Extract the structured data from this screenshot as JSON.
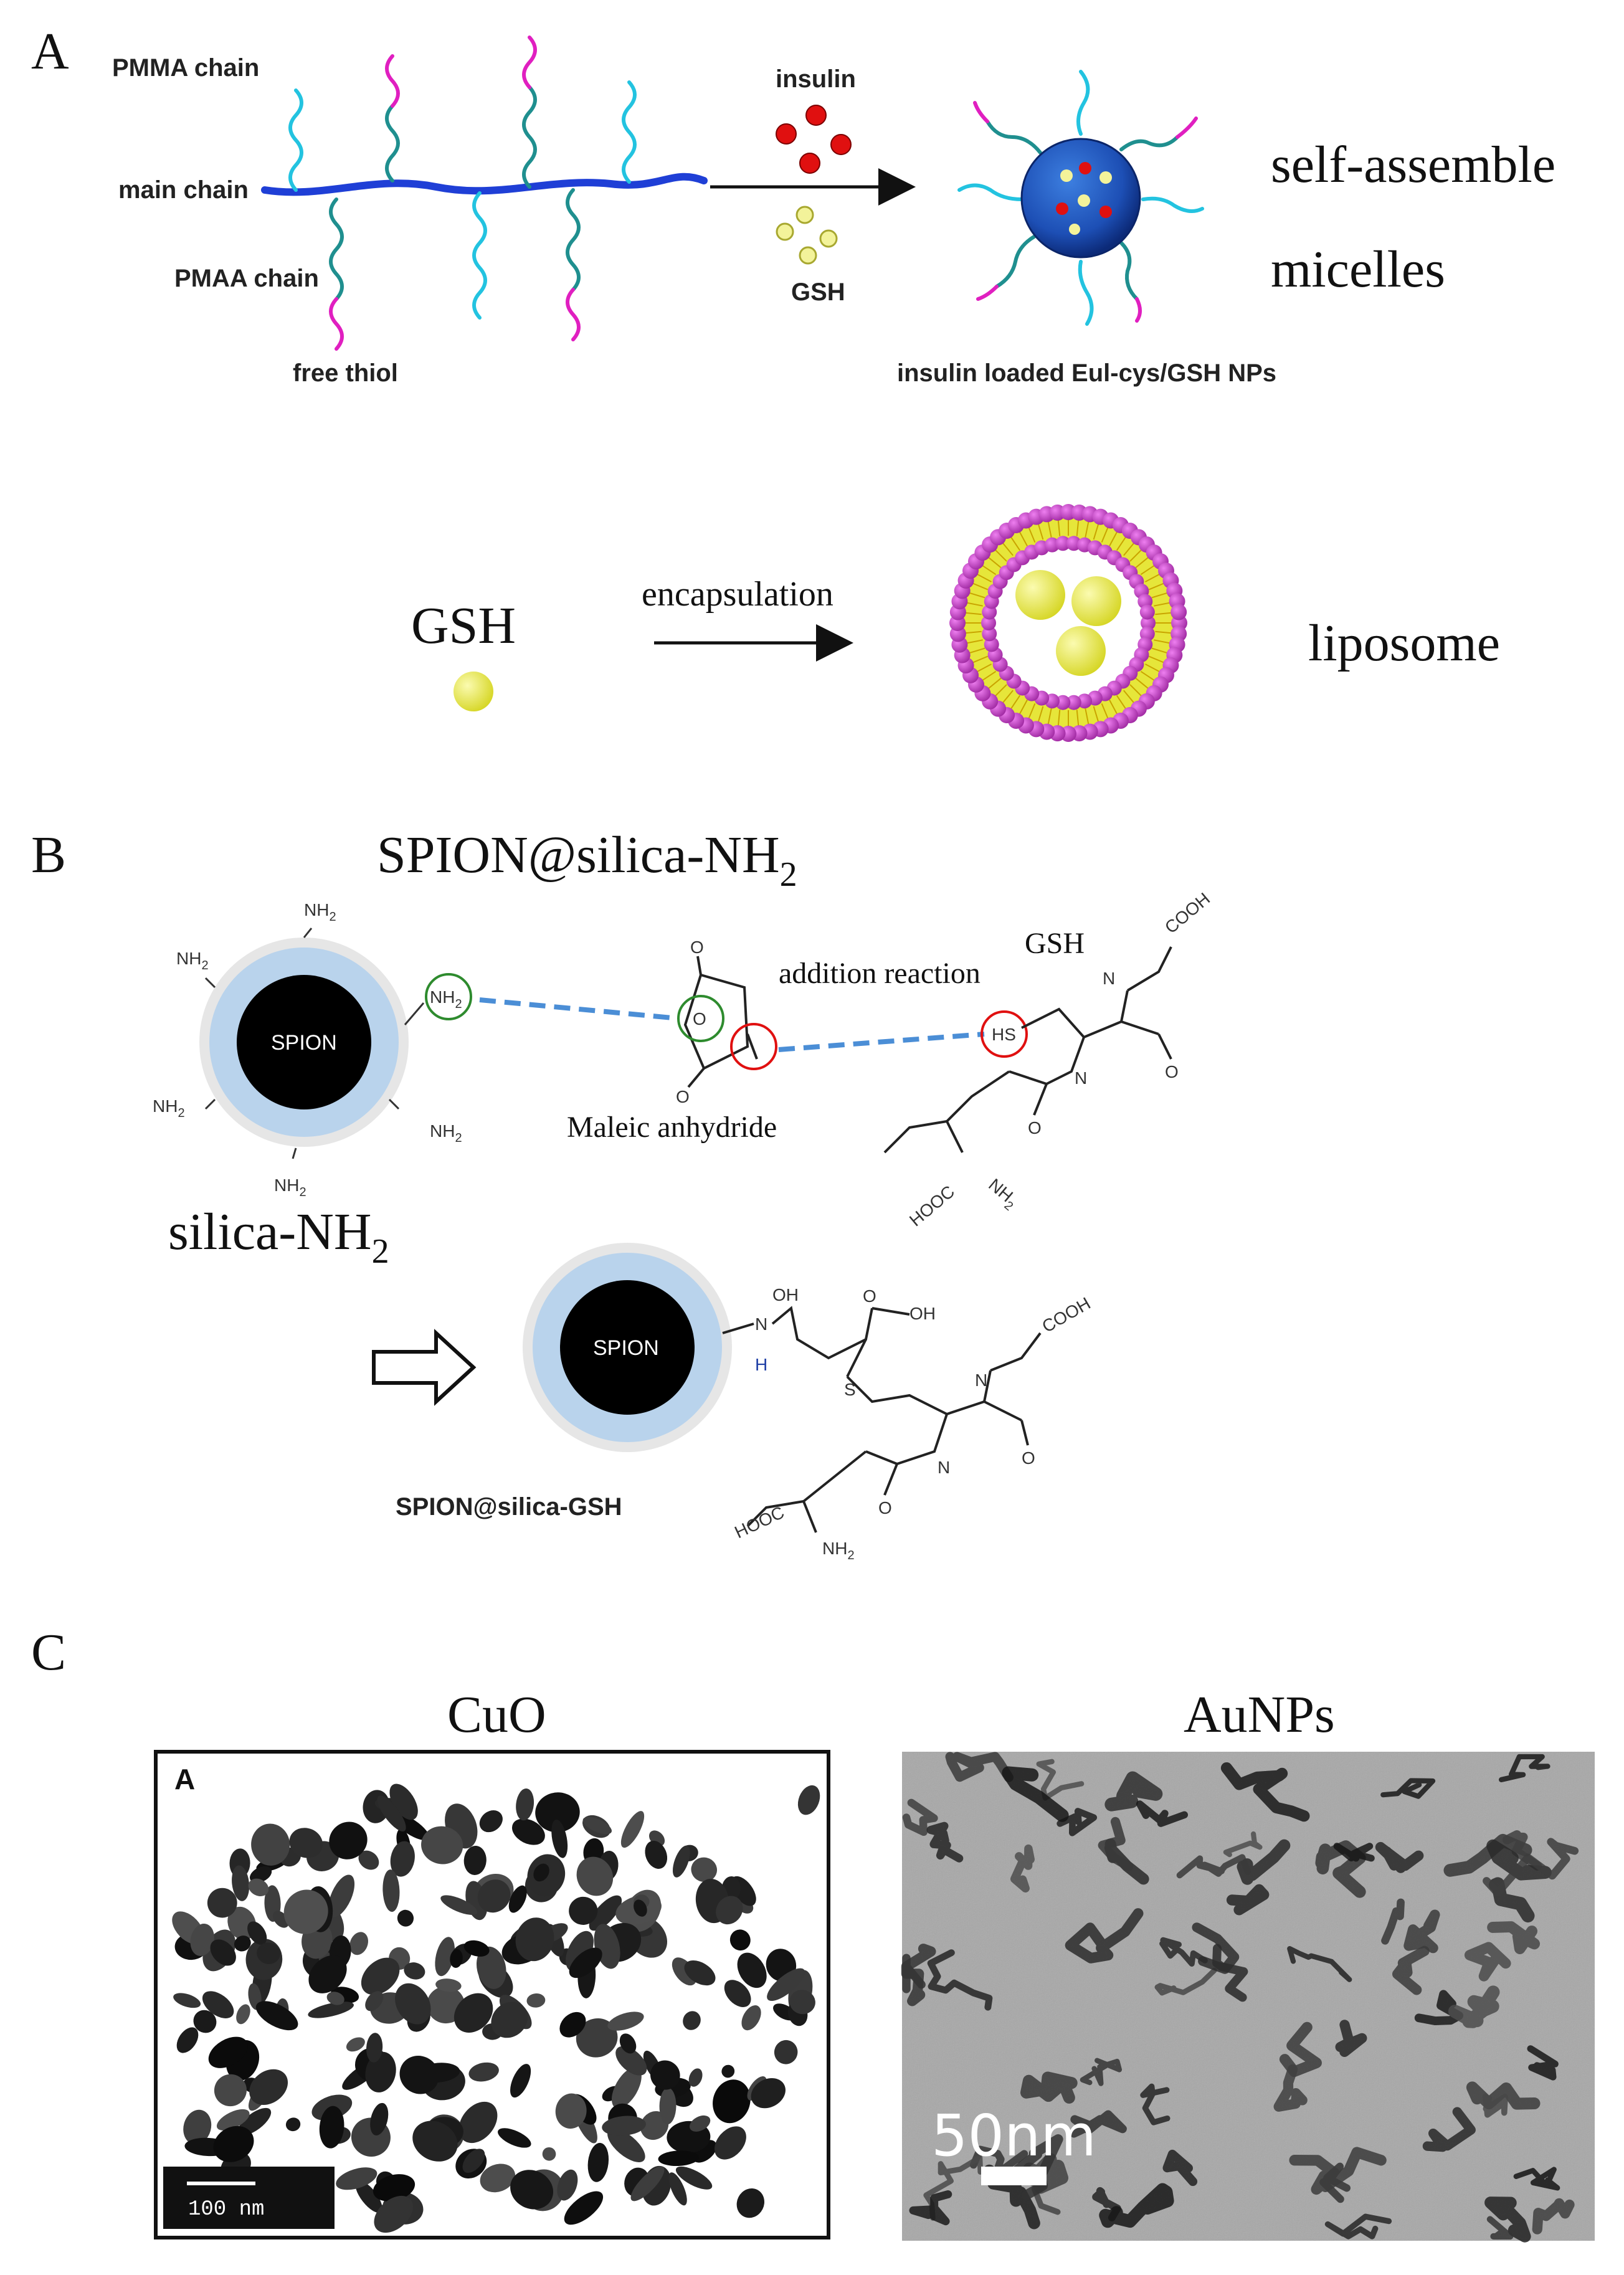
{
  "panel_a": {
    "letter": "A",
    "pmma_chain": "PMMA chain",
    "main_chain": "main chain",
    "pmaa_chain": "PMAA chain",
    "free_thiol": "free thiol",
    "insulin": "insulin",
    "gsh": "GSH",
    "np_label": "insulin loaded Eul-cys/GSH NPs",
    "self_assemble": "self-assemble",
    "micelles": "micelles",
    "gsh_big": "GSH",
    "encapsulation": "encapsulation",
    "liposome": "liposome"
  },
  "panel_b": {
    "letter": "B",
    "title_main": "SPION@silica-NH",
    "title_sub": "2",
    "nh2": "NH",
    "nh2_sub": "2",
    "core": "SPION",
    "addition": "addition reaction",
    "gsh": "GSH",
    "maleic": "Maleic anhydride",
    "silica_main": "silica-NH",
    "silica_sub": "2",
    "product": "SPION@silica-GSH",
    "cooh": "COOH",
    "hooc": "HOOC",
    "oh": "OH",
    "h": "H",
    "hs": "HS",
    "s": "S",
    "o": "O",
    "n": "N"
  },
  "panel_c": {
    "letter": "C",
    "cuo_title": "CuO",
    "cuo_inset": "A",
    "cuo_scale": "100 nm",
    "au_title": "AuNPs",
    "au_scale": "50nm"
  },
  "colors": {
    "main_chain": "#1f3fd6",
    "pmma": "#23c3e0",
    "pmaa": "#1f8f8f",
    "thiol": "#e01fc0",
    "insulin": "#e01010",
    "gsh": "#e6e63a",
    "micelle_core": "#1d4fb5",
    "lipid_head": "#c63cc8",
    "silica": "#b9d3ec",
    "dash": "#4b8ed6"
  }
}
